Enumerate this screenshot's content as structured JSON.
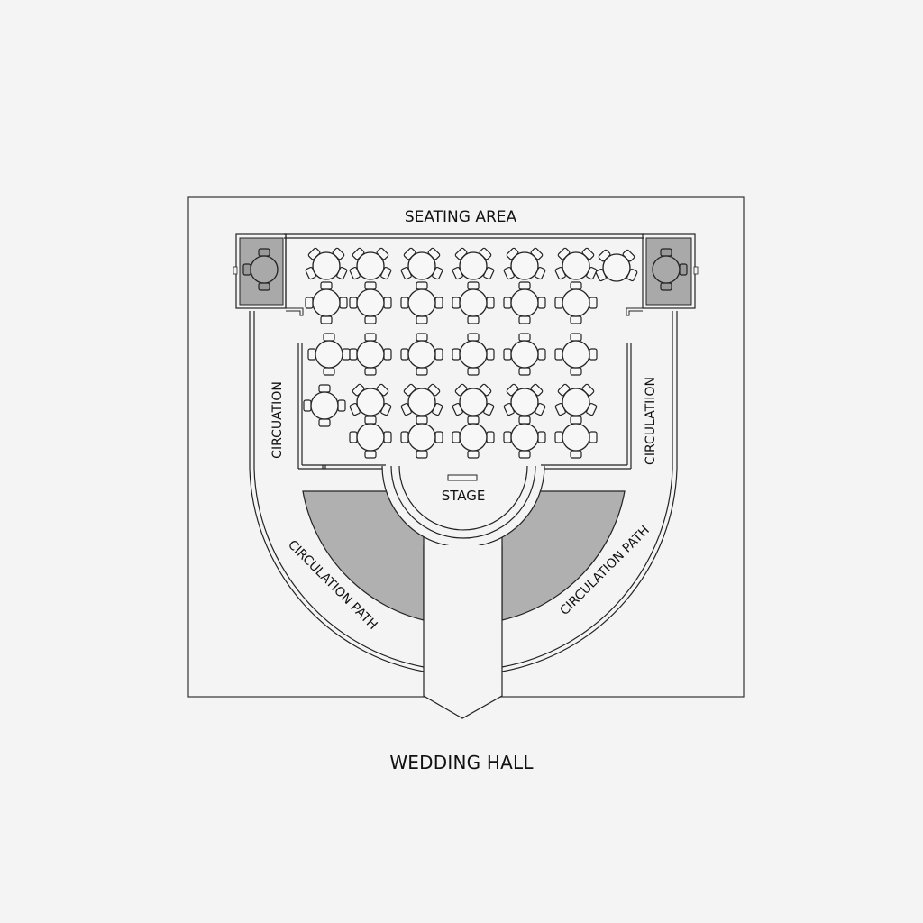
{
  "diagram": {
    "type": "floor-plan",
    "title": "WEDDING HALL",
    "colors": {
      "background": "#f4f4f4",
      "line": "#222222",
      "shaded_area": "#b0b0b0",
      "corner_room_fill": "#a9a9a9"
    },
    "labels": {
      "seating_area": "SEATING AREA",
      "stage": "STAGE",
      "circulation_left": "CIRCUATION",
      "circulation_right": "CIRCULATIION",
      "circulation_path_left": "CIRCULATION PATH",
      "circulation_path_right": "CIRCULATION PATH"
    },
    "seating": {
      "table_shape": "round",
      "chairs_per_table": 4,
      "corner_rooms": [
        {
          "side": "left",
          "tables": 1
        },
        {
          "side": "right",
          "tables": 1
        }
      ],
      "rows": [
        {
          "row": 1,
          "tables": 7,
          "orientation": "diagonal"
        },
        {
          "row": 2,
          "tables": 6,
          "orientation": "cross"
        },
        {
          "row": 3,
          "tables": 6,
          "orientation": "cross"
        },
        {
          "row": 4,
          "tables": 6,
          "orientation": "mixed"
        },
        {
          "row": 5,
          "tables": 5,
          "orientation": "cross"
        }
      ],
      "total_tables_main": 30
    },
    "entrance": "arrow-shaped aisle pointing down"
  }
}
